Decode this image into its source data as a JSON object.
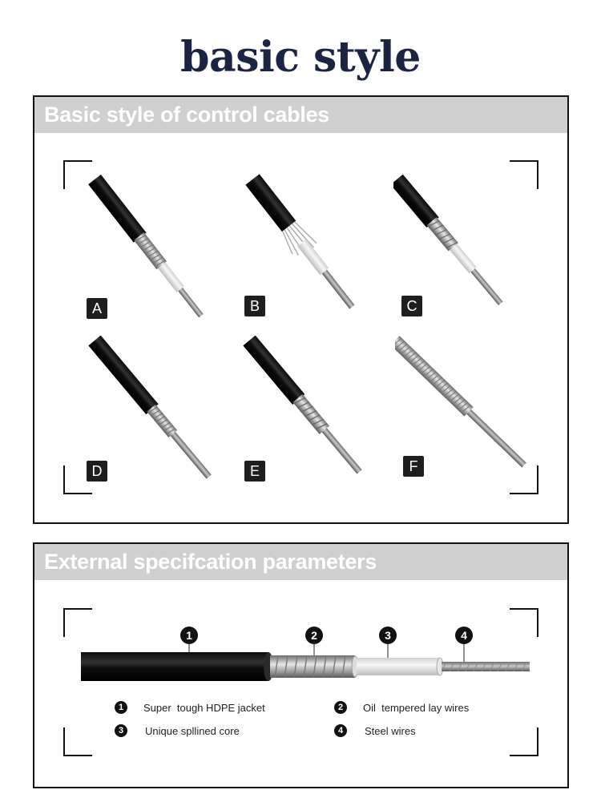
{
  "page": {
    "title": "basic style",
    "title_color": "#1b2442"
  },
  "section_styles": {
    "header": "Basic style of control cables",
    "header_bg": "#cfcfcf",
    "cables": [
      {
        "label": "A",
        "description": "black jacket, coiled wire liner, white core, steel wire"
      },
      {
        "label": "B",
        "description": "black jacket, longitudinal lay wires, white core, steel wire"
      },
      {
        "label": "C",
        "description": "black jacket, flat wound liner, white core, steel wire"
      },
      {
        "label": "D",
        "description": "black jacket, coiled wire liner, steel wire"
      },
      {
        "label": "E",
        "description": "black jacket, flat wound liner, steel wire"
      },
      {
        "label": "F",
        "description": "bare coiled wire housing, steel wire"
      }
    ]
  },
  "section_specs": {
    "header": "External specifcation parameters",
    "markers": [
      "1",
      "2",
      "3",
      "4"
    ],
    "legend": [
      {
        "num": "1",
        "text": "Super  tough HDPE jacket"
      },
      {
        "num": "2",
        "text": "Oil  tempered lay wires"
      },
      {
        "num": "3",
        "text": "Unique spllined core"
      },
      {
        "num": "4",
        "text": "Steel wires"
      }
    ]
  }
}
